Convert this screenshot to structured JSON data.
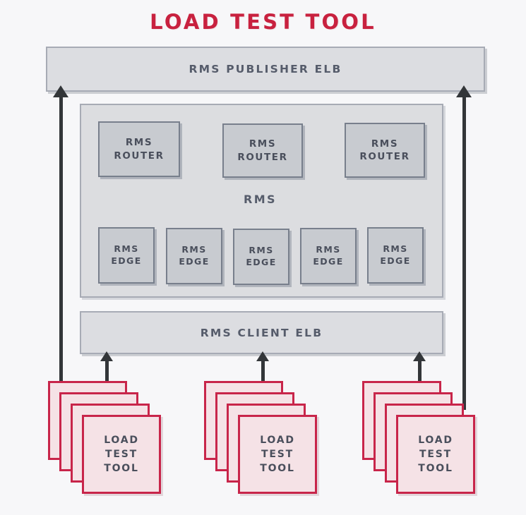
{
  "page": {
    "title": "LOAD TEST TOOL",
    "background_color": "#f7f7f9",
    "title_color": "#c8213f"
  },
  "publisher_elb": {
    "label": "RMS PUBLISHER ELB"
  },
  "rms": {
    "label": "RMS",
    "routers": [
      {
        "line1": "RMS",
        "line2": "ROUTER"
      },
      {
        "line1": "RMS",
        "line2": "ROUTER"
      },
      {
        "line1": "RMS",
        "line2": "ROUTER"
      }
    ],
    "edges": [
      {
        "line1": "RMS",
        "line2": "EDGE"
      },
      {
        "line1": "RMS",
        "line2": "EDGE"
      },
      {
        "line1": "RMS",
        "line2": "EDGE"
      },
      {
        "line1": "RMS",
        "line2": "EDGE"
      },
      {
        "line1": "RMS",
        "line2": "EDGE"
      }
    ]
  },
  "client_elb": {
    "label": "RMS CLIENT ELB"
  },
  "load_test_tools": [
    {
      "line1": "LOAD",
      "line2": "TEST",
      "line3": "TOOL",
      "stack_count": 4
    },
    {
      "line1": "LOAD",
      "line2": "TEST",
      "line3": "TOOL",
      "stack_count": 4
    },
    {
      "line1": "LOAD",
      "line2": "TEST",
      "line3": "TOOL",
      "stack_count": 4
    }
  ],
  "colors": {
    "node_fill": "#c8cbd0",
    "node_border": "#787f8c",
    "elb_fill": "#dcdde1",
    "elb_border": "#a7abb5",
    "container_fill": "#dcdde0",
    "card_fill": "#f5e2e6",
    "card_border": "#c8254a",
    "text": "#4a4f5c",
    "connector": "#333639"
  }
}
